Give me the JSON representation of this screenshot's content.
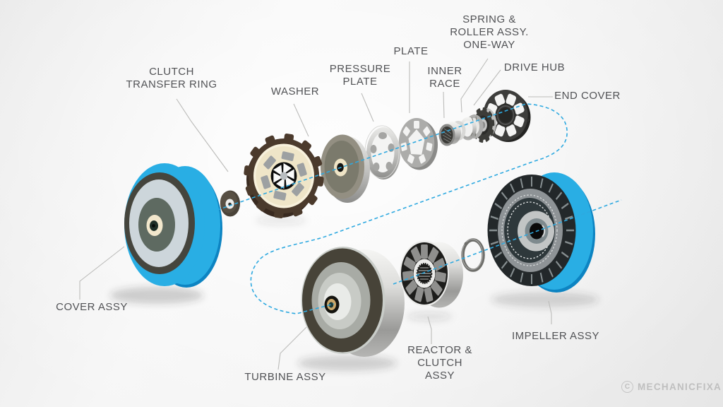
{
  "diagram": {
    "subject": "torque converter exploded view",
    "colors": {
      "accent_blue": "#29AEE4",
      "accent_blue_dark": "#0D84C2",
      "axis_dash_blue": "#2EA9E0",
      "label_text": "#515255",
      "leader_line": "#BCBCBA",
      "cream": "#F2E7CC",
      "dark_olive": "#474338",
      "clutch_brown": "#4B3A2C"
    }
  },
  "labels": {
    "clutch_transfer_ring": "CLUTCH\nTRANSFER RING",
    "washer": "WASHER",
    "pressure_plate": "PRESSURE\nPLATE",
    "plate": "PLATE",
    "inner_race": "INNER\nRACE",
    "spring_roller": "SPRING &\nROLLER ASSY.\nONE-WAY",
    "drive_hub": "DRIVE HUB",
    "end_cover": "END COVER",
    "cover_assy": "COVER ASSY",
    "turbine_assy": "TURBINE ASSY",
    "reactor_clutch_assy": "REACTOR &\nCLUTCH\nASSY",
    "impeller_assy": "IMPELLER ASSY"
  },
  "watermark": {
    "symbol": "C",
    "text": "MECHANICFIXA"
  }
}
